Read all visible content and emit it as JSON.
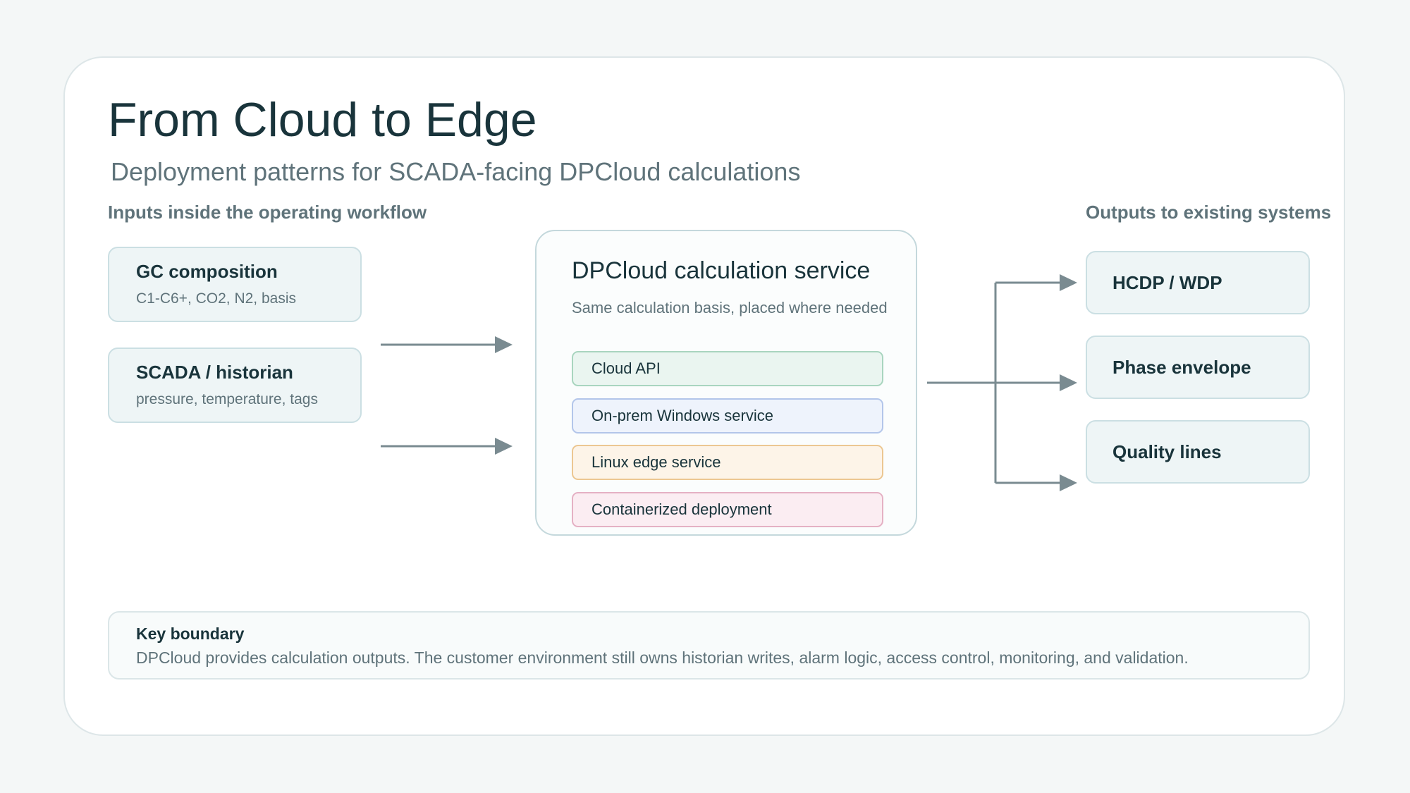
{
  "slide": {
    "title": "From Cloud to Edge",
    "subtitle": "Deployment patterns for SCADA-facing DPCloud calculations"
  },
  "inputs": {
    "label": "Inputs inside the operating workflow",
    "items": [
      {
        "title": "GC composition",
        "subtitle": "C1-C6+, CO2, N2, basis"
      },
      {
        "title": "SCADA / historian",
        "subtitle": "pressure, temperature, tags"
      }
    ]
  },
  "service": {
    "title": "DPCloud calculation service",
    "subtitle": "Same calculation basis, placed where needed",
    "deployments": [
      {
        "label": "Cloud API",
        "bg": "#eaf5f0",
        "border": "#a9d5bf"
      },
      {
        "label": "On-prem Windows service",
        "bg": "#eef3fc",
        "border": "#b3c6ea"
      },
      {
        "label": "Linux edge service",
        "bg": "#fdf4e8",
        "border": "#ecc792"
      },
      {
        "label": "Containerized deployment",
        "bg": "#fbedf2",
        "border": "#e5b1c4"
      }
    ]
  },
  "outputs": {
    "label": "Outputs to existing systems",
    "items": [
      {
        "label": "HCDP / WDP"
      },
      {
        "label": "Phase envelope"
      },
      {
        "label": "Quality lines"
      }
    ]
  },
  "boundary": {
    "title": "Key boundary",
    "text": "DPCloud provides calculation outputs. The customer environment still owns historian writes, alarm logic, access control, monitoring, and validation."
  },
  "colors": {
    "title": "#19343b",
    "muted": "#5f737a",
    "arrow": "#7a8b91",
    "box_fill": "#eef5f6",
    "box_border": "#cbdfe3"
  }
}
